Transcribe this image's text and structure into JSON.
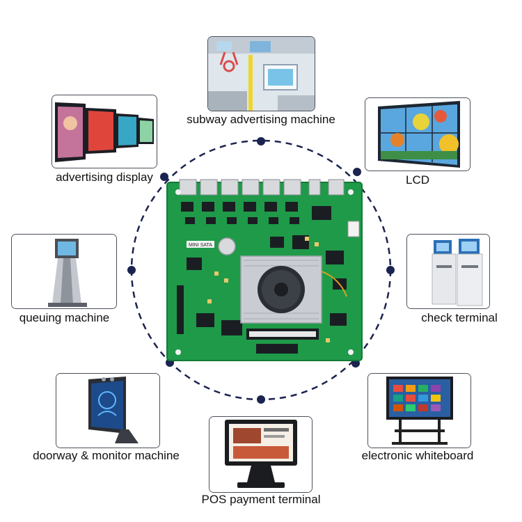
{
  "colors": {
    "ring": "#1b2350",
    "board": "#1f9a49",
    "board_dark": "#137a36",
    "heatsink": "#c9ccd2",
    "card_border": "#4a4f5a"
  },
  "center": {
    "subject": "motherboard",
    "chip_labels": [
      "MINI SATA"
    ]
  },
  "devices": [
    {
      "id": "subway",
      "label": "subway advertising machine",
      "icon": "subway-interior-icon"
    },
    {
      "id": "lcd",
      "label": "LCD",
      "icon": "video-wall-icon"
    },
    {
      "id": "check",
      "label": "check terminal",
      "icon": "kiosk-pair-icon"
    },
    {
      "id": "whiteboard",
      "label": "electronic whiteboard",
      "icon": "whiteboard-icon"
    },
    {
      "id": "pos",
      "label": "POS payment terminal",
      "icon": "pos-terminal-icon"
    },
    {
      "id": "doorway",
      "label": "doorway & monitor machine",
      "icon": "face-scanner-icon"
    },
    {
      "id": "queuing",
      "label": "queuing machine",
      "icon": "queue-kiosk-icon"
    },
    {
      "id": "advertising",
      "label": "advertising display",
      "icon": "display-wall-icon"
    }
  ]
}
